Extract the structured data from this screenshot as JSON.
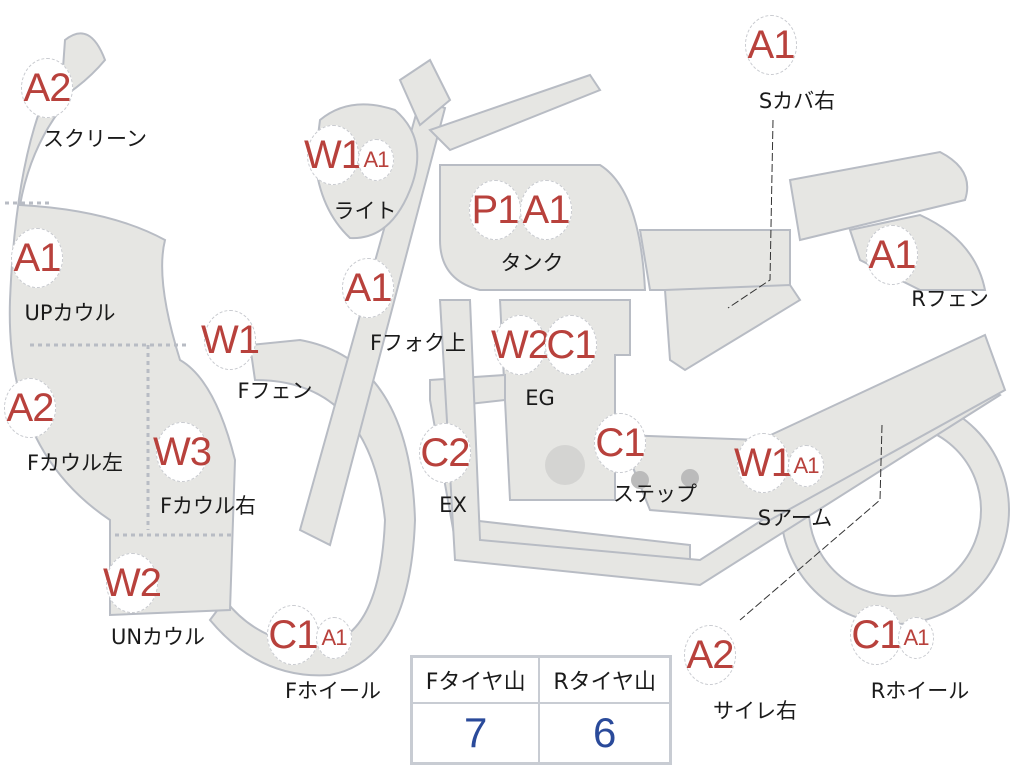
{
  "colors": {
    "part_fill": "#e6e6e3",
    "outline": "#b8bcc4",
    "code": "#b8413c",
    "tire_value": "#2a4a9a"
  },
  "parts": [
    {
      "label": "スクリーン",
      "codes": [
        "A2"
      ]
    },
    {
      "label": "UPカウル",
      "codes": [
        "A1"
      ]
    },
    {
      "label": "Fカウル左",
      "codes": [
        "A2"
      ]
    },
    {
      "label": "Fカウル右",
      "codes": [
        "W3"
      ]
    },
    {
      "label": "UNカウル",
      "codes": [
        "W2"
      ]
    },
    {
      "label": "Fフェン",
      "codes": [
        "W1"
      ]
    },
    {
      "label": "ライト",
      "codes": [
        "W1",
        "A1"
      ]
    },
    {
      "label": "Fフォク上",
      "codes": [
        "A1"
      ]
    },
    {
      "label": "タンク",
      "codes": [
        "P1",
        "A1"
      ]
    },
    {
      "label": "EG",
      "codes": [
        "W2",
        "C1"
      ]
    },
    {
      "label": "EX",
      "codes": [
        "C2"
      ]
    },
    {
      "label": "ステップ",
      "codes": [
        "C1"
      ]
    },
    {
      "label": "Fホイール",
      "codes": [
        "C1",
        "A1"
      ]
    },
    {
      "label": "Sカバ右",
      "codes": [
        "A1"
      ]
    },
    {
      "label": "Rフェン",
      "codes": [
        "A1"
      ]
    },
    {
      "label": "Sアーム",
      "codes": [
        "W1",
        "A1"
      ]
    },
    {
      "label": "サイレ右",
      "codes": [
        "A2"
      ]
    },
    {
      "label": "Rホイール",
      "codes": [
        "C1",
        "A1"
      ]
    }
  ],
  "tires": {
    "front_label": "Fタイヤ山",
    "rear_label": "Rタイヤ山",
    "front_value": "7",
    "rear_value": "6"
  }
}
